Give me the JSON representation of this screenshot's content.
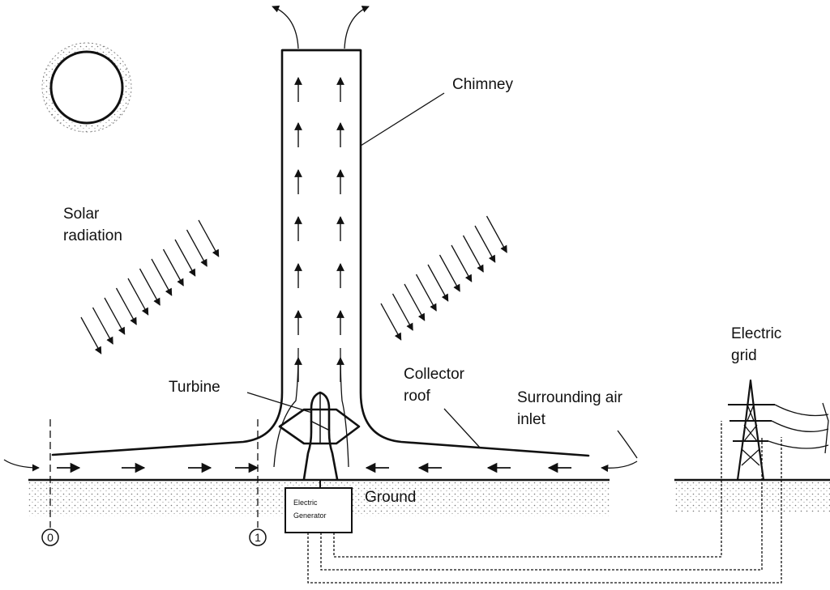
{
  "labels": {
    "chimney": "Chimney",
    "solar_radiation_line1": "Solar",
    "solar_radiation_line2": "radiation",
    "turbine": "Turbine",
    "collector_roof_line1": "Collector",
    "collector_roof_line2": "roof",
    "surrounding_air_line1": "Surrounding air",
    "surrounding_air_line2": "inlet",
    "electric_grid_line1": "Electric",
    "electric_grid_line2": "grid",
    "ground": "Ground",
    "generator_line1": "Electric",
    "generator_line2": "Generator",
    "station_0": "0",
    "station_1": "1"
  },
  "icons": [
    "sun-icon",
    "solar-radiation-arrows-icon",
    "turbine-icon",
    "transmission-tower-icon"
  ]
}
